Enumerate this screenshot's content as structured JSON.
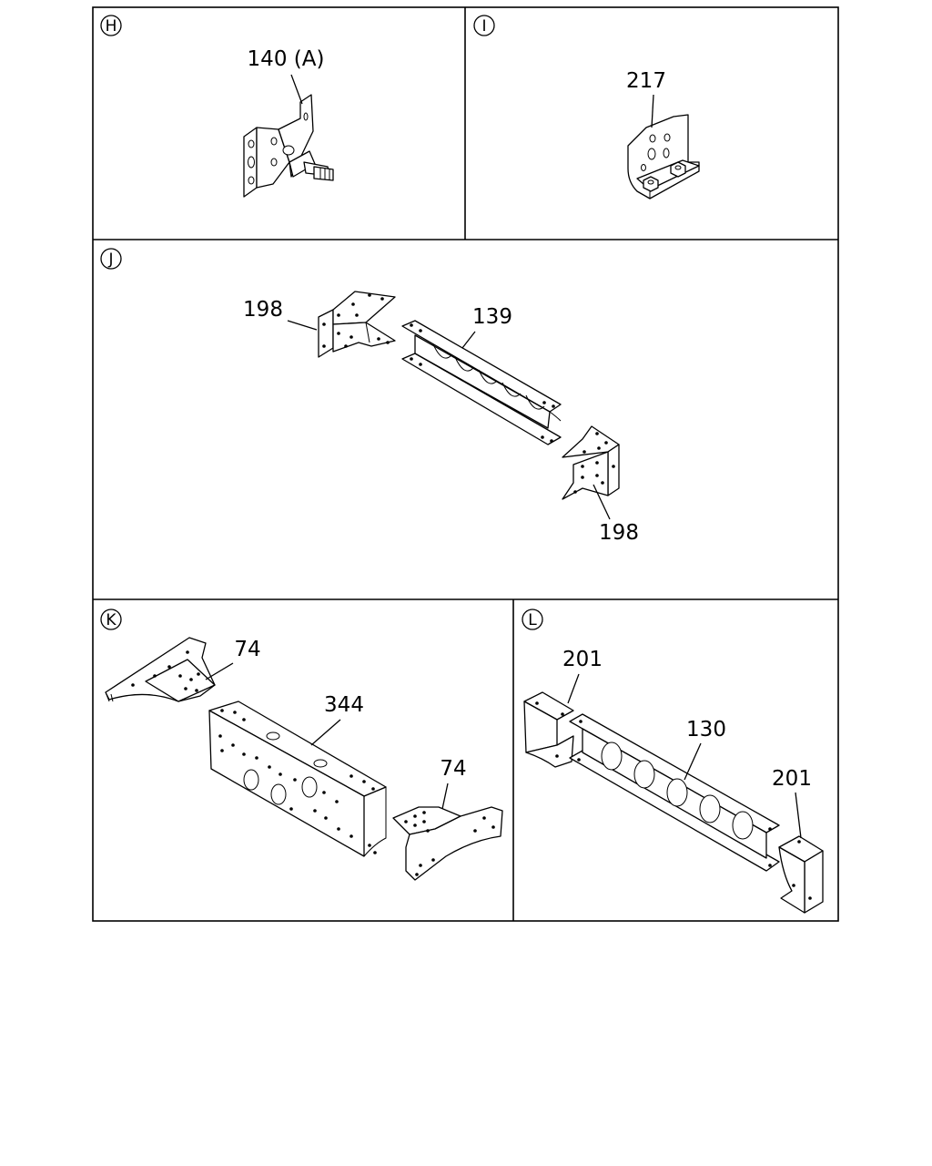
{
  "panels": [
    {
      "id": "H",
      "callouts": [
        "140 (A)"
      ]
    },
    {
      "id": "I",
      "callouts": [
        "217"
      ]
    },
    {
      "id": "J",
      "callouts": [
        "198",
        "139",
        "198"
      ]
    },
    {
      "id": "K",
      "callouts": [
        "74",
        "344",
        "74"
      ]
    },
    {
      "id": "L",
      "callouts": [
        "201",
        "130",
        "201"
      ]
    }
  ]
}
